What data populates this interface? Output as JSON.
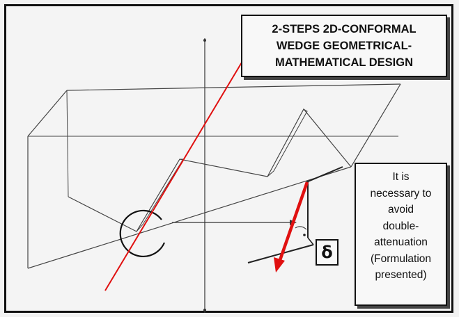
{
  "title": {
    "lines": [
      "2-STEPS 2D-CONFORMAL",
      "WEDGE GEOMETRICAL-",
      "MATHEMATICAL DESIGN"
    ]
  },
  "note": {
    "lines": [
      "It is",
      "necessary to",
      "avoid",
      "double-",
      "attenuation",
      "(Formulation",
      "presented)"
    ]
  },
  "delta_symbol": "δ",
  "colors": {
    "ray": "#e01010",
    "lines": "#444444",
    "frame": "#111111"
  }
}
